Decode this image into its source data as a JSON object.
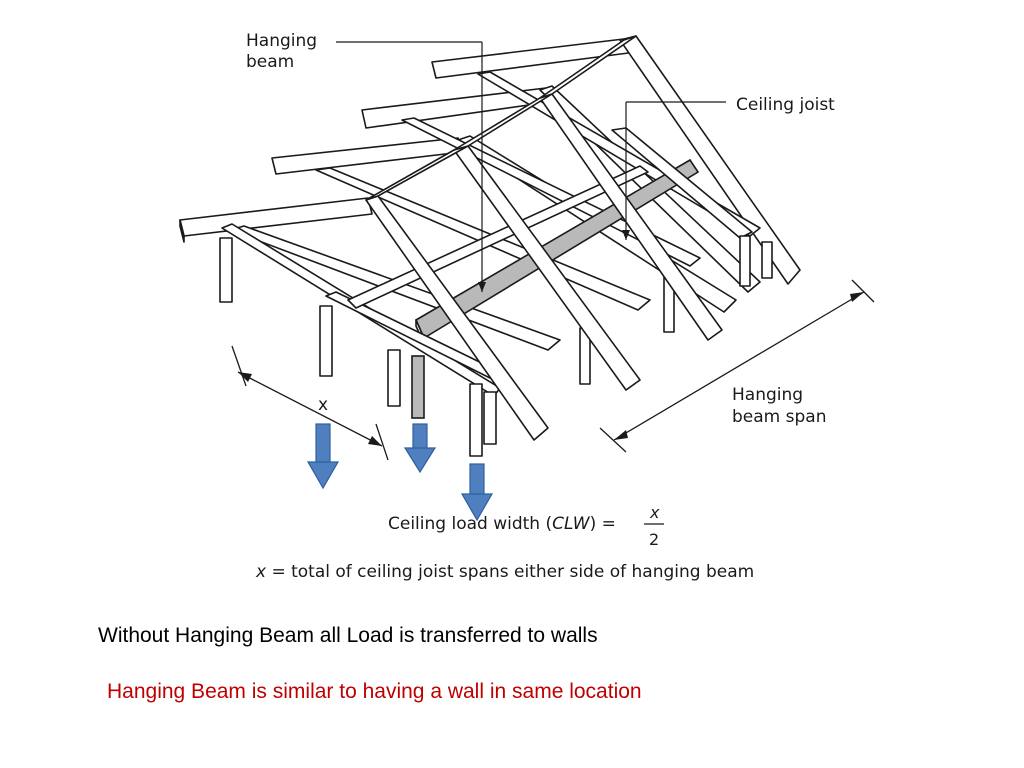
{
  "diagram": {
    "labels": {
      "hanging_beam": [
        "Hanging",
        "beam"
      ],
      "ceiling_joist": "Ceiling joist",
      "hanging_beam_span": [
        "Hanging",
        "beam span"
      ],
      "x": "x"
    },
    "formula": {
      "lhs_prefix": "Ceiling load width (",
      "lhs_var": "CLW",
      "lhs_suffix": ") =",
      "numerator": "x",
      "denominator": "2",
      "definition_var": "x",
      "definition_text": " = total of ceiling joist spans either side of hanging beam"
    },
    "arrow_color": "#4f7fbf"
  },
  "captions": {
    "line1": "Without Hanging Beam all Load is transferred to walls",
    "line2": "Hanging Beam is similar to having a wall in same location",
    "line2_color": "#c00000"
  }
}
